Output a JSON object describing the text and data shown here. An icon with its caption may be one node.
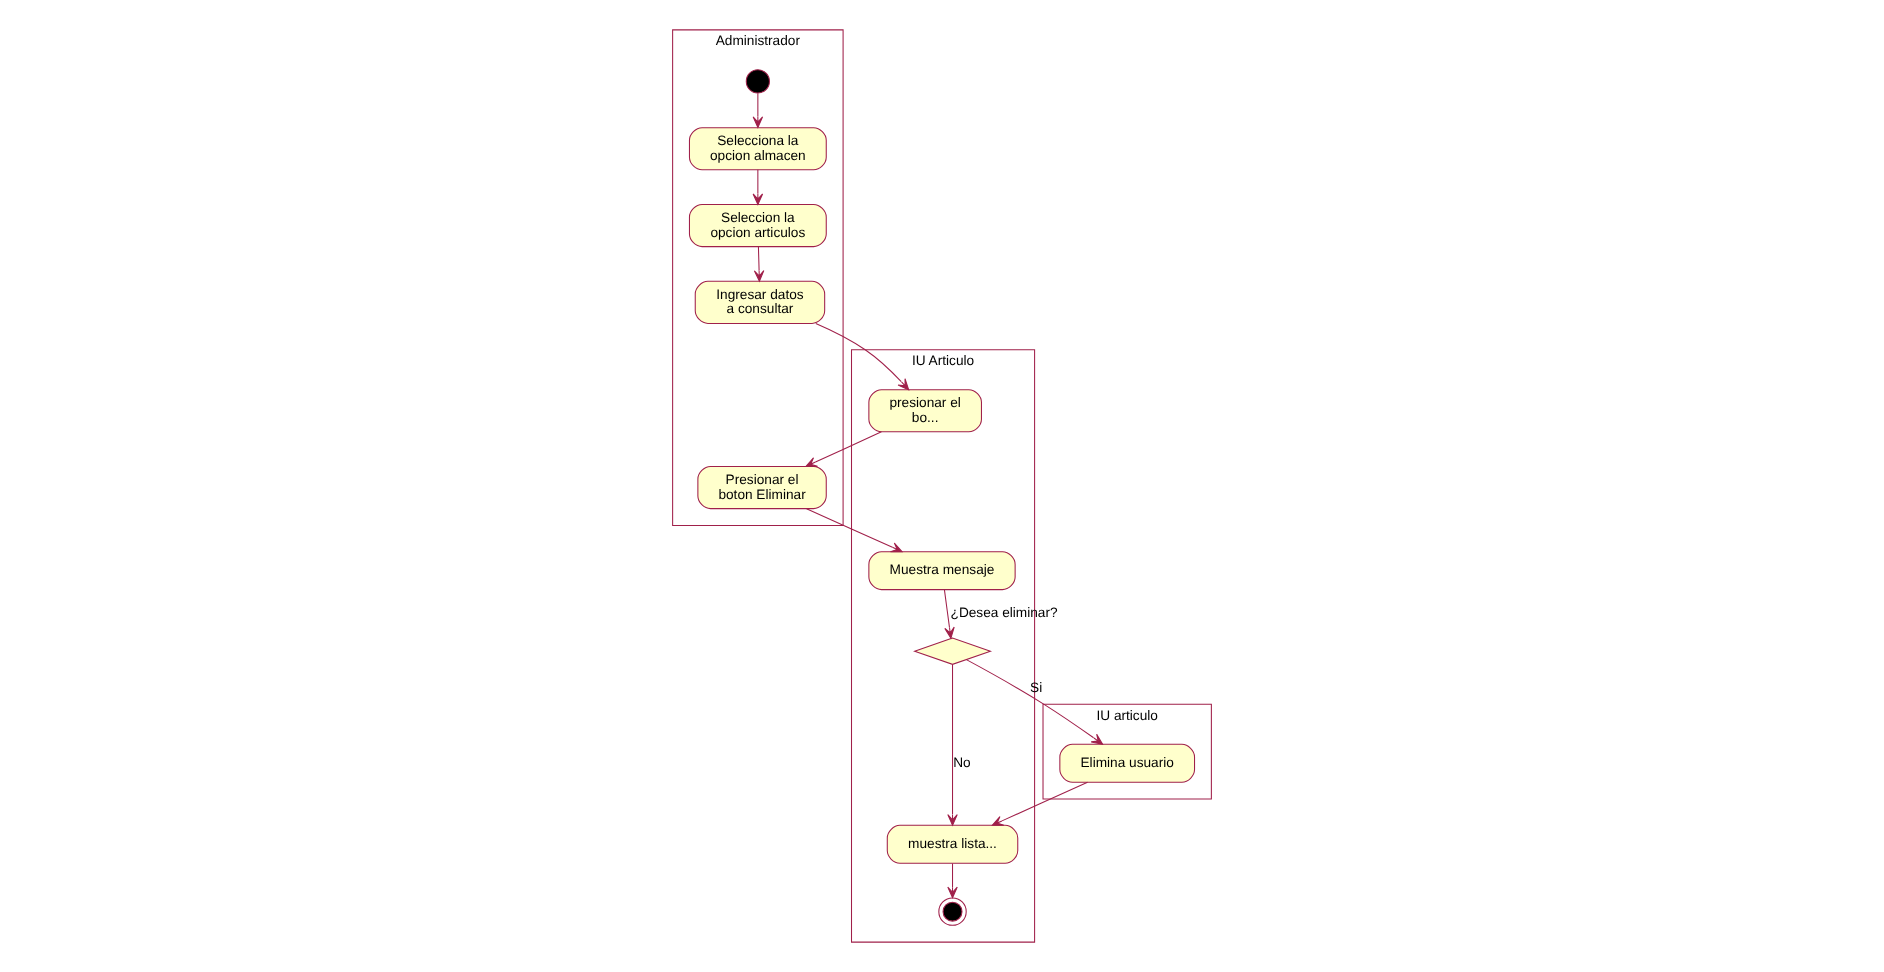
{
  "diagram": {
    "nodes": [
      {
        "text": [
          "Administrador"
        ]
      },
      {
        "text": [
          "IU Articulo"
        ]
      },
      {
        "text": [
          "IU articulo"
        ]
      },
      {
        "text": [],
        "shape": "circle",
        "in": 0
      },
      {
        "text": [
          "Selecciona la opcion almacen"
        ],
        "in": 0
      },
      {
        "text": [
          "Seleccion la opcion articulos"
        ],
        "in": 0
      },
      {
        "text": [
          "presionar el bo..."
        ],
        "in": 1
      },
      {
        "text": [
          "Ingresar datos a consultar"
        ],
        "in": 0
      },
      {
        "text": [
          "Muestra mensaje"
        ],
        "in": 1
      },
      {
        "text": [],
        "shape": "diamond",
        "in": 1
      },
      {
        "text": [
          "Elimina usuario"
        ],
        "in": 2
      },
      {
        "text": [
          "Presionar el boton Eliminar"
        ],
        "in": 0
      },
      {
        "text": [
          "muestra lista..."
        ],
        "in": 1
      },
      {
        "text": [],
        "shape": "bullseye",
        "in": 1
      }
    ],
    "edges": [
      {
        "from": 3,
        "to": 4,
        "arrow": "to"
      },
      {
        "from": 4,
        "to": 5,
        "arrow": "to"
      },
      {
        "from": 5,
        "to": 7,
        "arrow": "to"
      },
      {
        "from": 7,
        "to": 6,
        "arrow": "to"
      },
      {
        "from": 6,
        "to": 11,
        "arrow": "to"
      },
      {
        "from": 11,
        "to": 8,
        "arrow": "to"
      },
      {
        "from": 8,
        "to": 9,
        "arrow": "to",
        "label": "¿Desea eliminar?"
      },
      {
        "from": 9,
        "to": 10,
        "arrow": "to",
        "label": "Si"
      },
      {
        "from": 9,
        "to": 12,
        "arrow": "to",
        "label": "No"
      },
      {
        "from": 10,
        "to": 12,
        "arrow": "to"
      },
      {
        "from": 12,
        "to": 13,
        "arrow": "to"
      }
    ]
  }
}
